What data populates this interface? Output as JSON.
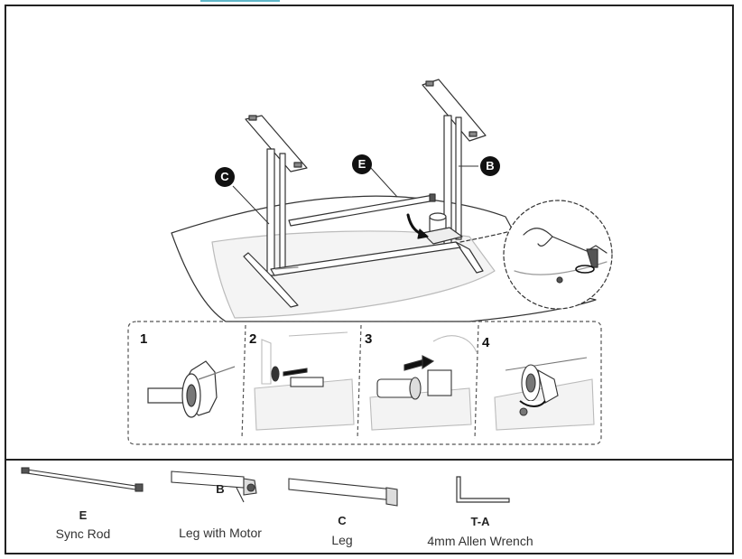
{
  "callouts": {
    "c": "C",
    "e": "E",
    "b": "B"
  },
  "steps": [
    "1",
    "2",
    "3",
    "4"
  ],
  "parts": [
    {
      "code": "E",
      "name": "Sync Rod"
    },
    {
      "code": "B",
      "name": "Leg with Motor"
    },
    {
      "code": "C",
      "name": "Leg"
    },
    {
      "code": "T-A",
      "name": "4mm Allen Wrench"
    }
  ]
}
